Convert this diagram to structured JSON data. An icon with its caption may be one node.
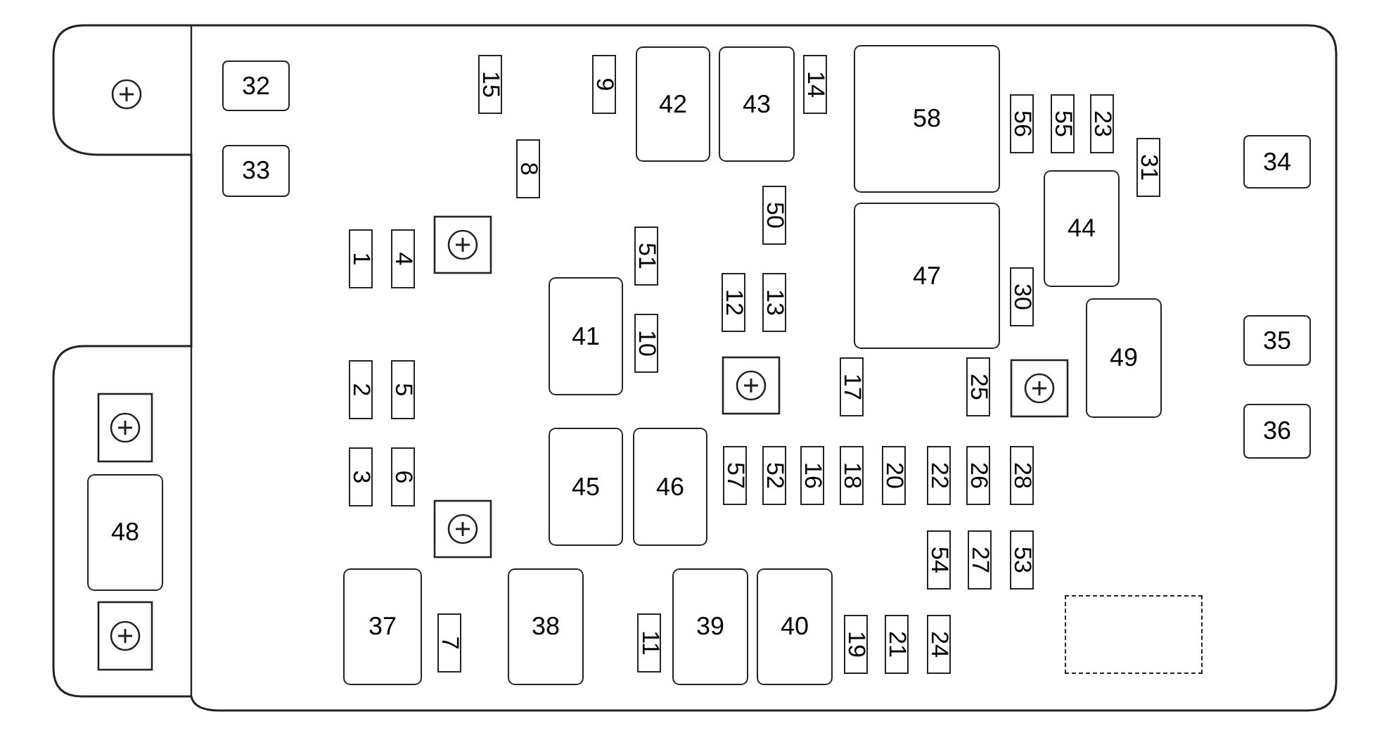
{
  "diagram": {
    "nodes": [
      {
        "text": [
          "32"
        ]
      },
      {
        "text": [
          "15"
        ]
      },
      {
        "text": [
          "9"
        ]
      },
      {
        "text": [
          "42"
        ]
      },
      {
        "text": [
          "43"
        ]
      },
      {
        "text": [
          "14"
        ]
      },
      {
        "text": [
          "58"
        ]
      },
      {
        "text": [
          "56"
        ]
      },
      {
        "text": [
          "55"
        ]
      },
      {
        "text": [
          "23"
        ]
      },
      {
        "text": [
          "34"
        ]
      },
      {
        "text": [
          "31"
        ]
      },
      {
        "text": [
          "8"
        ]
      },
      {
        "text": [
          "33"
        ]
      },
      {
        "text": [
          "44"
        ]
      },
      {
        "text": [
          "50"
        ]
      },
      {
        "text": [
          "47"
        ]
      },
      {
        "text": [
          "1"
        ]
      },
      {
        "text": [
          "4"
        ]
      },
      {
        "text": [
          "51"
        ]
      },
      {
        "text": [
          "12"
        ]
      },
      {
        "text": [
          "13"
        ]
      },
      {
        "text": [
          "41"
        ]
      },
      {
        "text": [
          "10"
        ]
      },
      {
        "text": [
          "30"
        ]
      },
      {
        "text": [
          "49"
        ]
      },
      {
        "text": [
          "35"
        ]
      },
      {
        "text": [
          "2"
        ]
      },
      {
        "text": [
          "5"
        ]
      },
      {
        "text": [
          "17"
        ]
      },
      {
        "text": [
          "25"
        ]
      },
      {
        "text": [
          "36"
        ]
      },
      {
        "text": [
          "3"
        ]
      },
      {
        "text": [
          "6"
        ]
      },
      {
        "text": [
          "45"
        ]
      },
      {
        "text": [
          "46"
        ]
      },
      {
        "text": [
          "57"
        ]
      },
      {
        "text": [
          "52"
        ]
      },
      {
        "text": [
          "16"
        ]
      },
      {
        "text": [
          "18"
        ]
      },
      {
        "text": [
          "20"
        ]
      },
      {
        "text": [
          "22"
        ]
      },
      {
        "text": [
          "26"
        ]
      },
      {
        "text": [
          "28"
        ]
      },
      {
        "text": [
          "48"
        ]
      },
      {
        "text": [
          "54"
        ]
      },
      {
        "text": [
          "27"
        ]
      },
      {
        "text": [
          "53"
        ]
      },
      {
        "text": [
          "37"
        ]
      },
      {
        "text": [
          "7"
        ]
      },
      {
        "text": [
          "38"
        ]
      },
      {
        "text": [
          "11"
        ]
      },
      {
        "text": [
          "39"
        ]
      },
      {
        "text": [
          "40"
        ]
      },
      {
        "text": [
          "19"
        ]
      },
      {
        "text": [
          "21"
        ]
      },
      {
        "text": [
          "24"
        ]
      },
      {
        "text": [],
        "shape": "box"
      }
    ]
  }
}
